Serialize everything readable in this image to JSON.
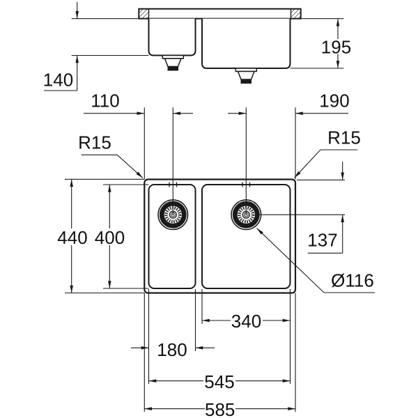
{
  "drawing": {
    "type": "technical-dimension-drawing",
    "subject": "double-bowl undermount kitchen sink, section view above plan view",
    "colors": {
      "background": "#ffffff",
      "line": "#1a1a1a",
      "text": "#111111"
    },
    "elevation": {
      "depth_left_bowl": "140",
      "depth_right_bowl": "195"
    },
    "plan": {
      "drain_offset_left": "110",
      "drain_offset_right": "190",
      "corner_radius_left": "R15",
      "corner_radius_right": "R15",
      "outer_depth": "440",
      "bowl_depth": "400",
      "drain_offset_from_top": "137",
      "drain_diameter": "Ø116",
      "right_bowl_width": "340",
      "left_bowl_width": "180",
      "bowls_span_width": "545",
      "outer_width": "585"
    }
  }
}
